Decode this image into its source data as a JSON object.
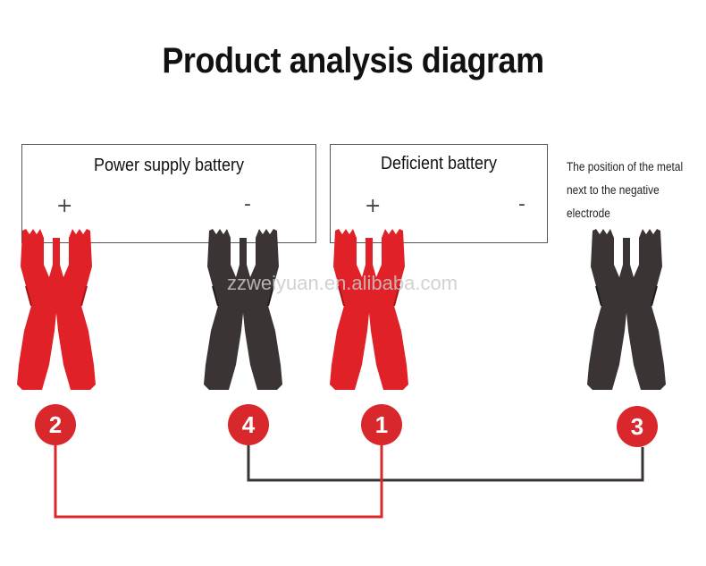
{
  "title": "Product analysis diagram",
  "batteries": [
    {
      "label": "Power supply battery",
      "plus": "+",
      "minus": "-"
    },
    {
      "label": "Deficient battery",
      "plus": "+",
      "minus": "-"
    }
  ],
  "note_lines": [
    "The position of the metal",
    "next to the negative",
    "electrode"
  ],
  "watermark": "zzweiyuan.en.alibaba.com",
  "clamps": [
    {
      "number": "2",
      "color": "red"
    },
    {
      "number": "4",
      "color": "black"
    },
    {
      "number": "1",
      "color": "red"
    },
    {
      "number": "3",
      "color": "black"
    }
  ],
  "colors": {
    "red": "#e02127",
    "black": "#3a3434",
    "badge": "#d8282c",
    "wire_red": "#d8282c",
    "wire_black": "#3a3434"
  }
}
